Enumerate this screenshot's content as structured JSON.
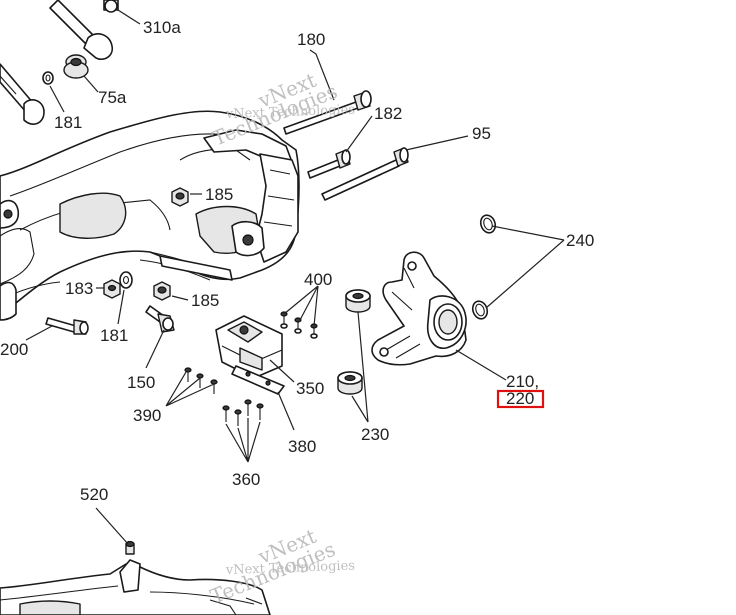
{
  "callouts": {
    "c310a": "310a",
    "c75a": "75a",
    "c181_top": "181",
    "c180": "180",
    "c182": "182",
    "c95": "95",
    "c185_top": "185",
    "c240": "240",
    "c183": "183",
    "c181_mid": "181",
    "c185_mid": "185",
    "c400": "400",
    "c200": "200",
    "c150": "150",
    "c350": "350",
    "c390": "390",
    "c380": "380",
    "c230": "230",
    "c210": "210,",
    "c220": "220",
    "c360": "360",
    "c520": "520"
  },
  "watermark": {
    "line1": "vNext Technologies",
    "line2": "Technologies",
    "line3": "vNext"
  },
  "highlight": {
    "target": "220",
    "color": "#e01010"
  }
}
